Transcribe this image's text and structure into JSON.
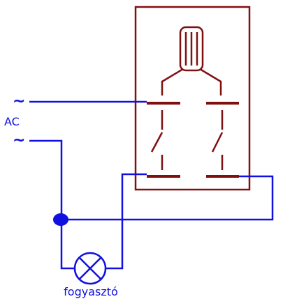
{
  "labels": {
    "ac_symbol_top": "~",
    "ac": "AC",
    "ac_symbol_bottom": "~",
    "load": "fogyasztó"
  },
  "colors": {
    "wire": "#1010e0",
    "switch": "#7f1010",
    "text": "#1010e0",
    "background": "#ffffff"
  },
  "icons": {
    "load": "lamp-icon",
    "junction": "junction-dot",
    "switch_handle": "rocker-handle-icon"
  }
}
